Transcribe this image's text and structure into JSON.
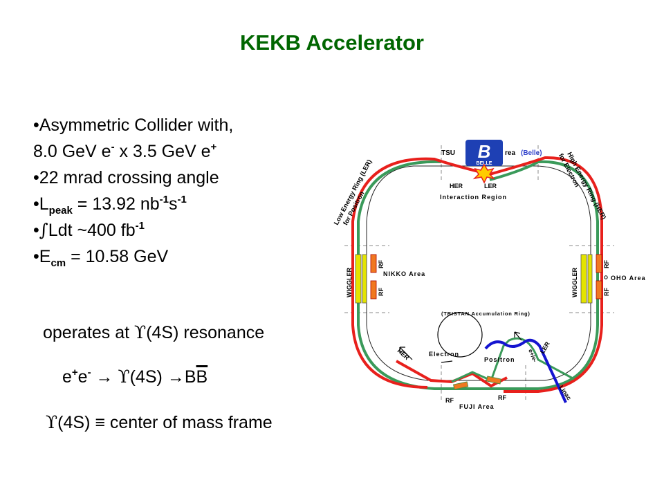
{
  "title": "KEKB Accelerator",
  "bullets": {
    "b1_text": "•Asymmetric Collider with,",
    "b2_p1": "8.0 GeV e",
    "b2_sup1": "-",
    "b2_p2": " x 3.5 GeV e",
    "b2_sup2": "+",
    "b3_text": "•22 mrad crossing angle",
    "b4_p1": "•L",
    "b4_sub": "peak",
    "b4_p2": " =  13.92 nb",
    "b4_sup1": "-1",
    "b4_p3": "s",
    "b4_sup2": "-1",
    "b5_p1": "•",
    "b5_integral": "∫",
    "b5_p2": "Ldt ~400 fb",
    "b5_sup": "-1",
    "b6_p1": "•E",
    "b6_sub": "cm",
    "b6_p2": " = 10.58 GeV"
  },
  "operates": {
    "prefix": "operates at ",
    "upsilon": "ϒ",
    "suffix": "(4S) resonance"
  },
  "decay": {
    "e": "e",
    "sup_plus": "+",
    "e2": "e",
    "sup_minus": "-",
    "arrow1": " → ",
    "upsilon": "ϒ",
    "mid": "(4S) →",
    "b1": "B",
    "b2": "B"
  },
  "frame": {
    "upsilon": "ϒ",
    "text": "(4S) ≡ center of mass frame"
  },
  "diagram": {
    "tsukuba_left": "TSU",
    "tsukuba_right": "rea",
    "belle_label": "(Belle)",
    "logo_letter": "B",
    "logo_text": "BELLE",
    "her_top": "HER",
    "ler_top": "LER",
    "interaction_region": "Interaction Region",
    "ler_ring_line1": "Low Energy Ring (LER)",
    "ler_ring_line2": "for Positron",
    "her_ring_line1": "High Energy Ring (HER)",
    "her_ring_line2": "for Electron",
    "wiggler_left": "WIGGLER",
    "wiggler_right": "WIGGLER",
    "rf_left_top": "RF",
    "rf_left_bottom": "RF",
    "rf_right_top": "RF",
    "rf_right_bottom": "RF",
    "nikko_area": "NIKKO Area",
    "oho_area": "OHO Area",
    "tristan": "(TRISTAN Accumulation Ring)",
    "electron": "Electron",
    "positron": "Positron",
    "her_bottom": "HER",
    "ler_bottom": "LER",
    "e_label": "e+/e-",
    "linac": "Linac",
    "rf_bottom_left": "RF",
    "rf_bottom_right": "RF",
    "fuji_area": "FUJI Area",
    "colors": {
      "ler": "#3a9a5a",
      "her": "#e8201c",
      "linac": "#1414d0",
      "title": "#006600"
    }
  }
}
